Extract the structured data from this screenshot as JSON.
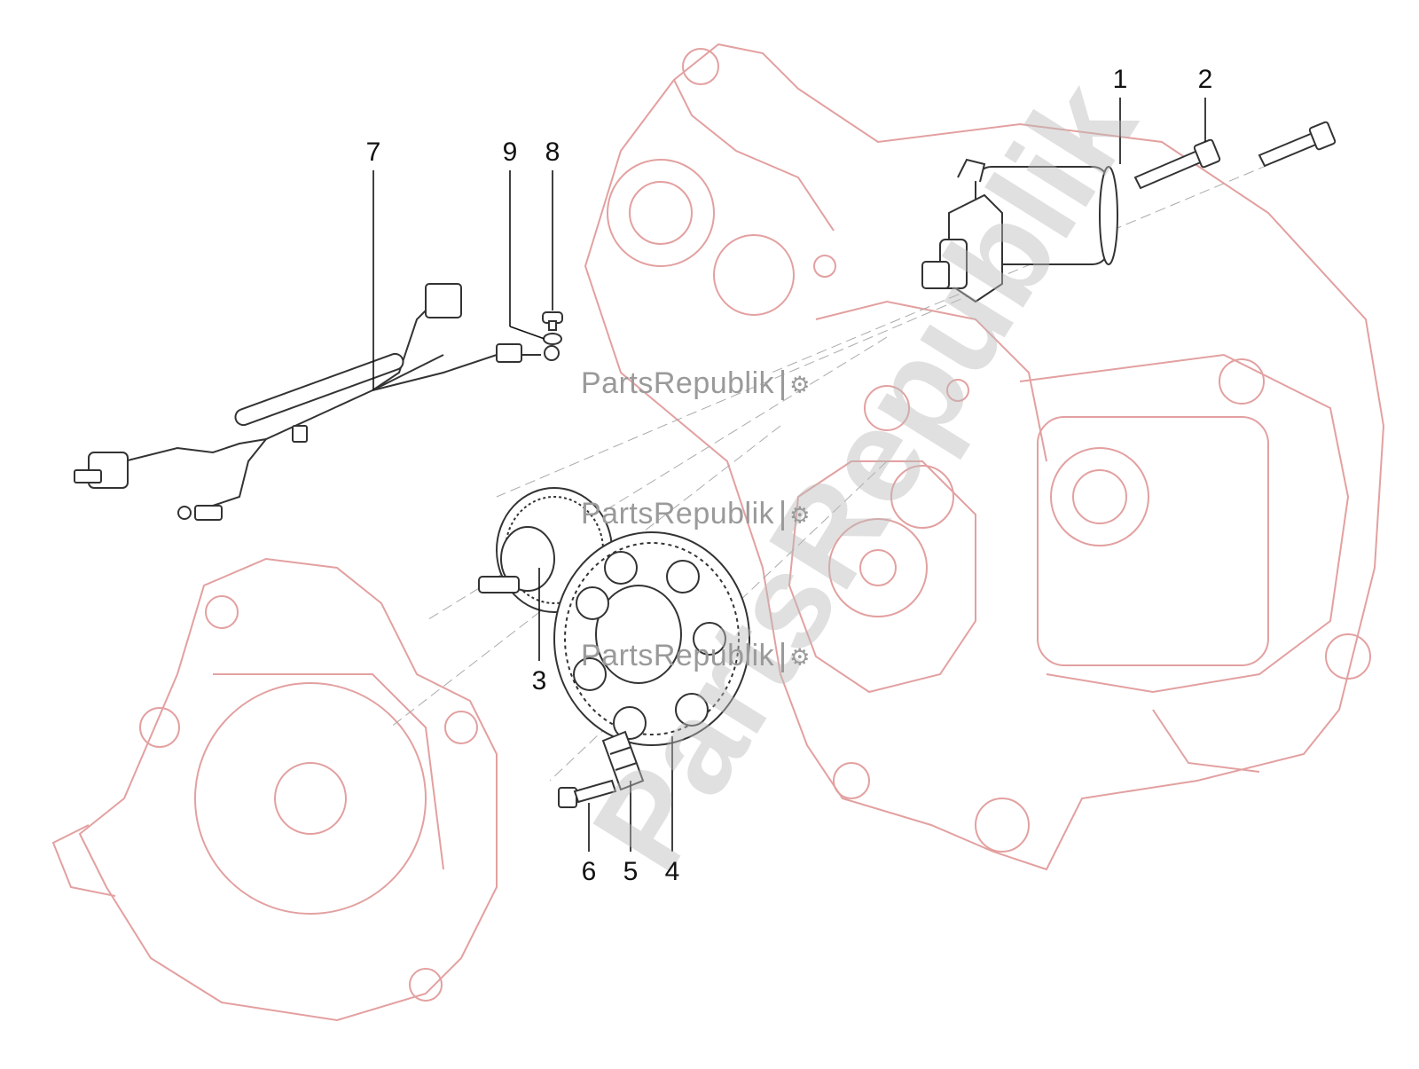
{
  "callouts": [
    {
      "id": "1",
      "label": "1"
    },
    {
      "id": "2",
      "label": "2"
    },
    {
      "id": "3",
      "label": "3"
    },
    {
      "id": "4",
      "label": "4"
    },
    {
      "id": "5",
      "label": "5"
    },
    {
      "id": "6",
      "label": "6"
    },
    {
      "id": "7",
      "label": "7"
    },
    {
      "id": "8",
      "label": "8"
    },
    {
      "id": "9",
      "label": "9"
    }
  ],
  "watermark": {
    "text": "PartsRepublik",
    "diagonal_text": "PartsRepublik",
    "gear_symbol": "⚙"
  },
  "colors": {
    "line_drawing": "#e3a0a0",
    "parts": "#333333",
    "watermark": "#9a9a9a"
  }
}
